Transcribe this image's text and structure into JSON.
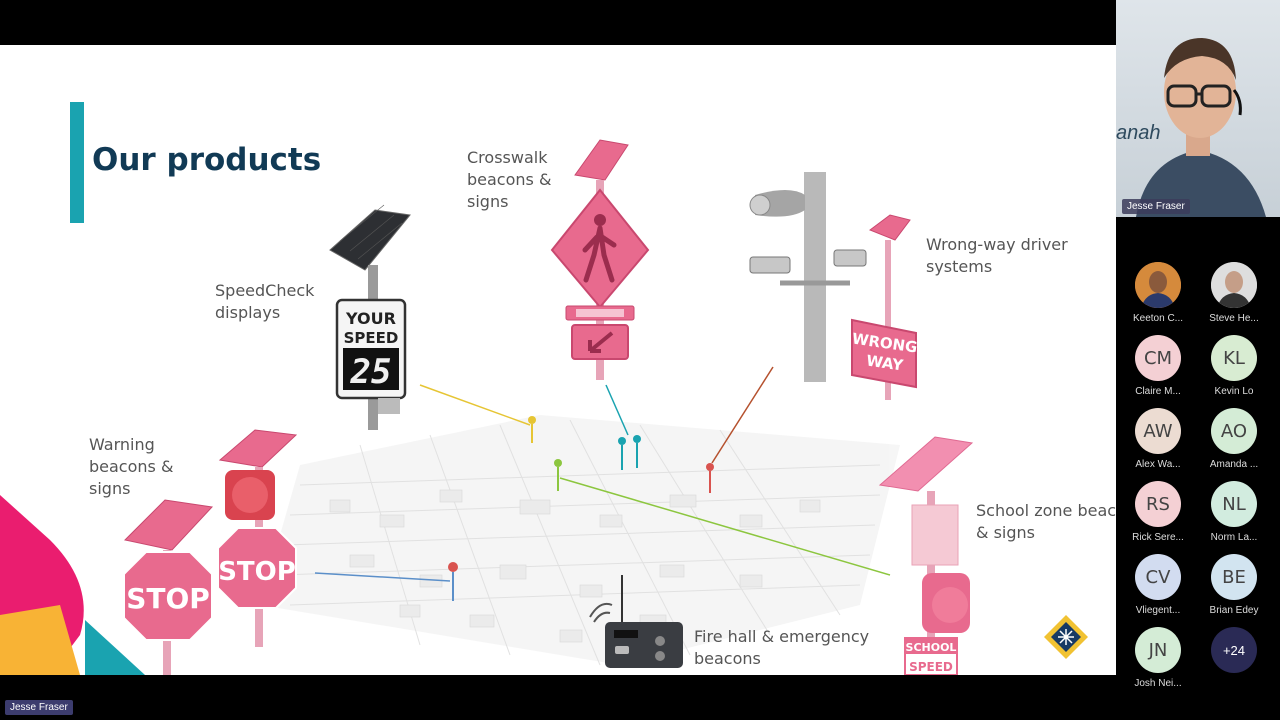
{
  "slide": {
    "title": "Our products",
    "labels": {
      "crosswalk": [
        "Crosswalk",
        "beacons &",
        "signs"
      ],
      "wrongway": [
        "Wrong-way driver",
        "systems"
      ],
      "speedcheck": [
        "SpeedCheck",
        "displays"
      ],
      "warning": [
        "Warning",
        "beacons &",
        "signs"
      ],
      "school": [
        "School zone beaco",
        "& signs"
      ],
      "firehall": [
        "Fire hall & emergency",
        "beacons"
      ]
    },
    "sign_text": {
      "your_speed_1": "YOUR",
      "your_speed_2": "SPEED",
      "speed_value": "25",
      "wrong_1": "WRONG",
      "wrong_2": "WAY",
      "stop": "STOP",
      "school_1": "SCHOOL",
      "school_2": "SPEED"
    },
    "colors": {
      "accent": "#1aa3b0",
      "title": "#113a55",
      "sign_pink": "#e86a8e"
    }
  },
  "self_view": {
    "name": "Jesse Fraser",
    "background_text": "anah"
  },
  "participants": [
    {
      "initials": "",
      "name": "Keeton C...",
      "photo": true,
      "color": "#b06a3a"
    },
    {
      "initials": "",
      "name": "Steve He...",
      "photo": true,
      "color": "#8a8a8a"
    },
    {
      "initials": "CM",
      "name": "Claire M...",
      "color": "#f4d0d4"
    },
    {
      "initials": "KL",
      "name": "Kevin Lo",
      "color": "#d8ecd2"
    },
    {
      "initials": "AW",
      "name": "Alex Wa...",
      "color": "#ecdcd2"
    },
    {
      "initials": "AO",
      "name": "Amanda ...",
      "color": "#d4ecd6"
    },
    {
      "initials": "RS",
      "name": "Rick Sere...",
      "color": "#f4d0d4"
    },
    {
      "initials": "NL",
      "name": "Norm La...",
      "color": "#d2ecdf"
    },
    {
      "initials": "CV",
      "name": "Vliegent...",
      "color": "#d2dcf0"
    },
    {
      "initials": "BE",
      "name": "Brian Edey",
      "color": "#d2e4f0"
    },
    {
      "initials": "JN",
      "name": "Josh Nei...",
      "color": "#d4ecd6"
    }
  ],
  "more_participants": "+24",
  "active_speaker": "Jesse Fraser"
}
